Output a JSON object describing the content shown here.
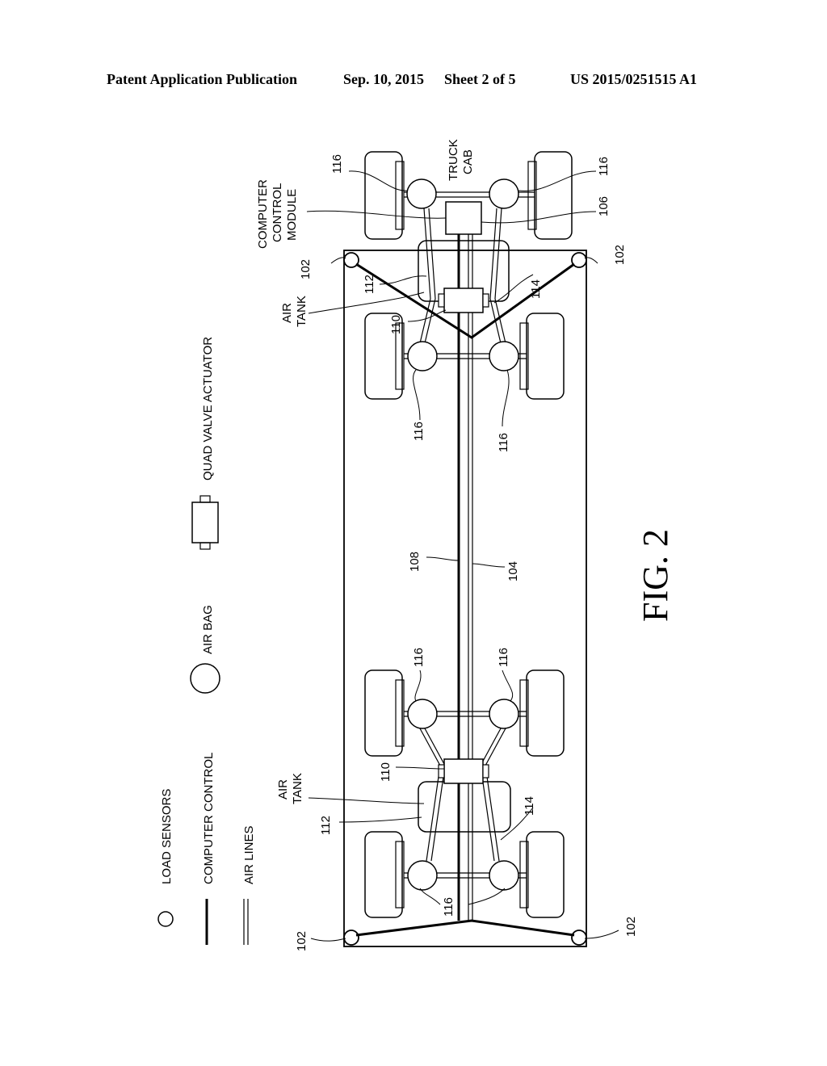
{
  "header": {
    "publication": "Patent Application Publication",
    "date": "Sep. 10, 2015",
    "sheet": "Sheet 2 of 5",
    "number": "US 2015/0251515 A1"
  },
  "figure": {
    "caption": "FIG. 2",
    "legend": {
      "load_sensors": "LOAD SENSORS",
      "computer_control": "COMPUTER CONTROL",
      "air_lines": "AIR LINES",
      "air_bag": "AIR BAG",
      "quad_valve_actuator": "QUAD VALVE ACTUATOR"
    },
    "labels": {
      "truck_cab_1": "TRUCK",
      "truck_cab_2": "CAB",
      "ccm_1": "COMPUTER",
      "ccm_2": "CONTROL",
      "ccm_3": "MODULE",
      "air_1": "AIR",
      "tank_1": "TANK",
      "air_2": "AIR",
      "tank_2": "TANK"
    },
    "refs": {
      "r102": "102",
      "r104": "104",
      "r106": "106",
      "r108": "108",
      "r110": "110",
      "r112": "112",
      "r114": "114",
      "r116": "116"
    }
  }
}
